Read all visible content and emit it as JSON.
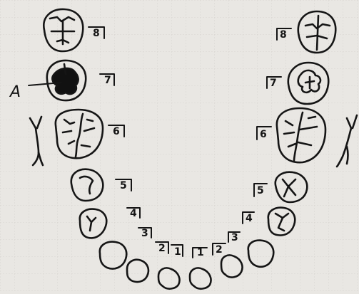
{
  "chart": {
    "left_labels": [
      "8",
      "7",
      "6",
      "5",
      "4",
      "3",
      "2",
      "1"
    ],
    "right_labels": [
      "8",
      "7",
      "6",
      "5",
      "4",
      "3",
      "2",
      "1"
    ],
    "annotation": "A"
  }
}
